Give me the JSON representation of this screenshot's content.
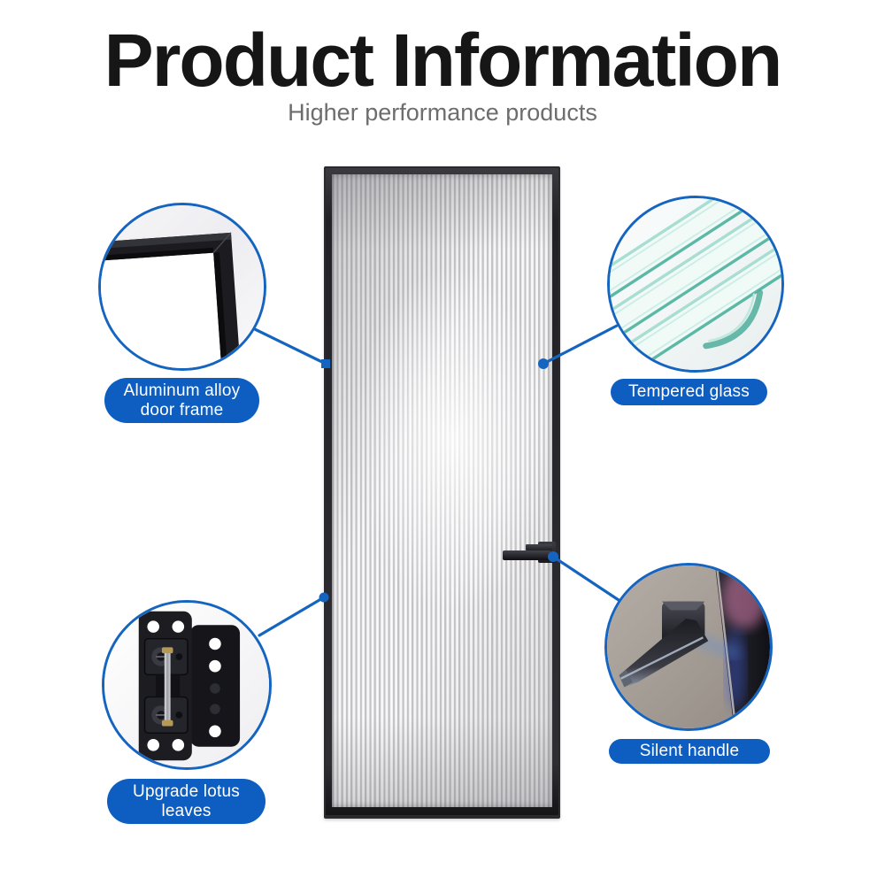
{
  "header": {
    "title": "Product Information",
    "subtitle": "Higher performance products"
  },
  "colors": {
    "accent_blue": "#1565c0",
    "label_bg": "#0e5ec2",
    "label_text": "#ffffff",
    "door_frame": "#2a2a2e",
    "title_text": "#161616",
    "subtitle_text": "#6d6d6d"
  },
  "callouts": [
    {
      "id": "frame",
      "label": "Aluminum alloy door frame",
      "lines": [
        "Aluminum alloy",
        "door frame"
      ],
      "photo": "black aluminum door frame corner"
    },
    {
      "id": "glass",
      "label": "Tempered glass",
      "lines": [
        "Tempered glass"
      ],
      "photo": "stacked tempered glass sheets"
    },
    {
      "id": "hinge",
      "label": "Upgrade lotus leaves",
      "lines": [
        "Upgrade lotus",
        "leaves"
      ],
      "photo": "black concealed door hinge"
    },
    {
      "id": "handle",
      "label": "Silent handle",
      "lines": [
        "Silent handle"
      ],
      "photo": "dark square silent door handle"
    }
  ]
}
